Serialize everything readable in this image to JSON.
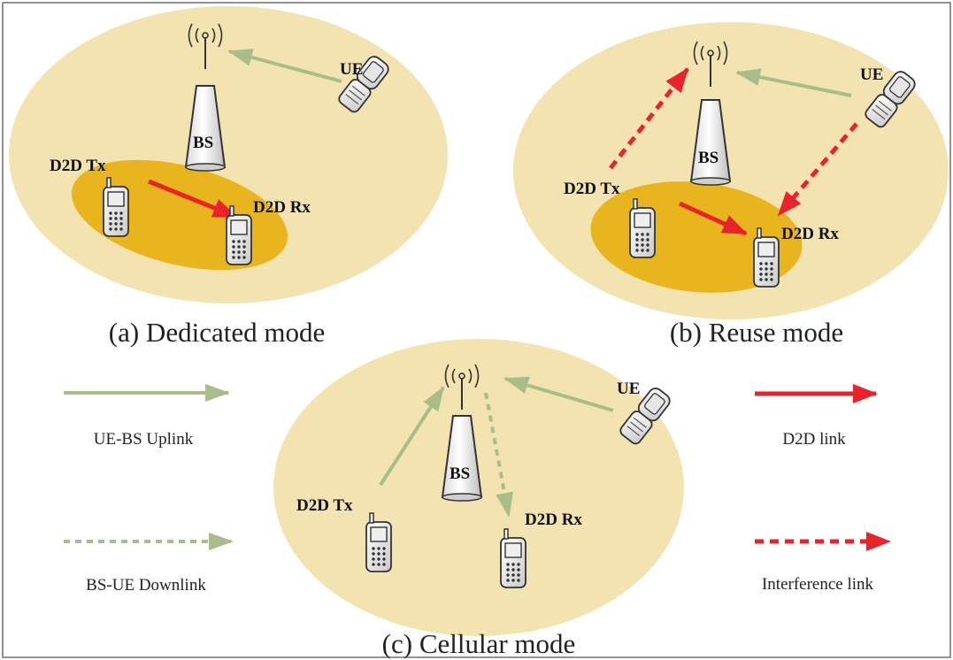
{
  "colors": {
    "cell": "#f2e3b0",
    "d2d_zone": "#e9b51e",
    "uplink": "#a9bd8a",
    "d2d_link": "#e8232a",
    "interference": "#e8232a",
    "frame": "#6f6f6f"
  },
  "icons": [
    "antenna-icon",
    "base-station-icon",
    "ue-phone-icon",
    "d2d-phone-icon"
  ],
  "panel_a": {
    "caption": "(a) Dedicated mode",
    "bs": "BS",
    "ue": "UE",
    "d2d_tx": "D2D Tx",
    "d2d_rx": "D2D Rx"
  },
  "panel_b": {
    "caption": "(b) Reuse mode",
    "bs": "BS",
    "ue": "UE",
    "d2d_tx": "D2D Tx",
    "d2d_rx": "D2D Rx"
  },
  "panel_c": {
    "caption": "(c) Cellular mode",
    "bs": "BS",
    "ue": "UE",
    "d2d_tx": "D2D Tx",
    "d2d_rx": "D2D Rx"
  },
  "legend": {
    "uplink": "UE-BS Uplink",
    "downlink": "BS-UE Downlink",
    "d2d_link": "D2D link",
    "interference": "Interference link"
  }
}
